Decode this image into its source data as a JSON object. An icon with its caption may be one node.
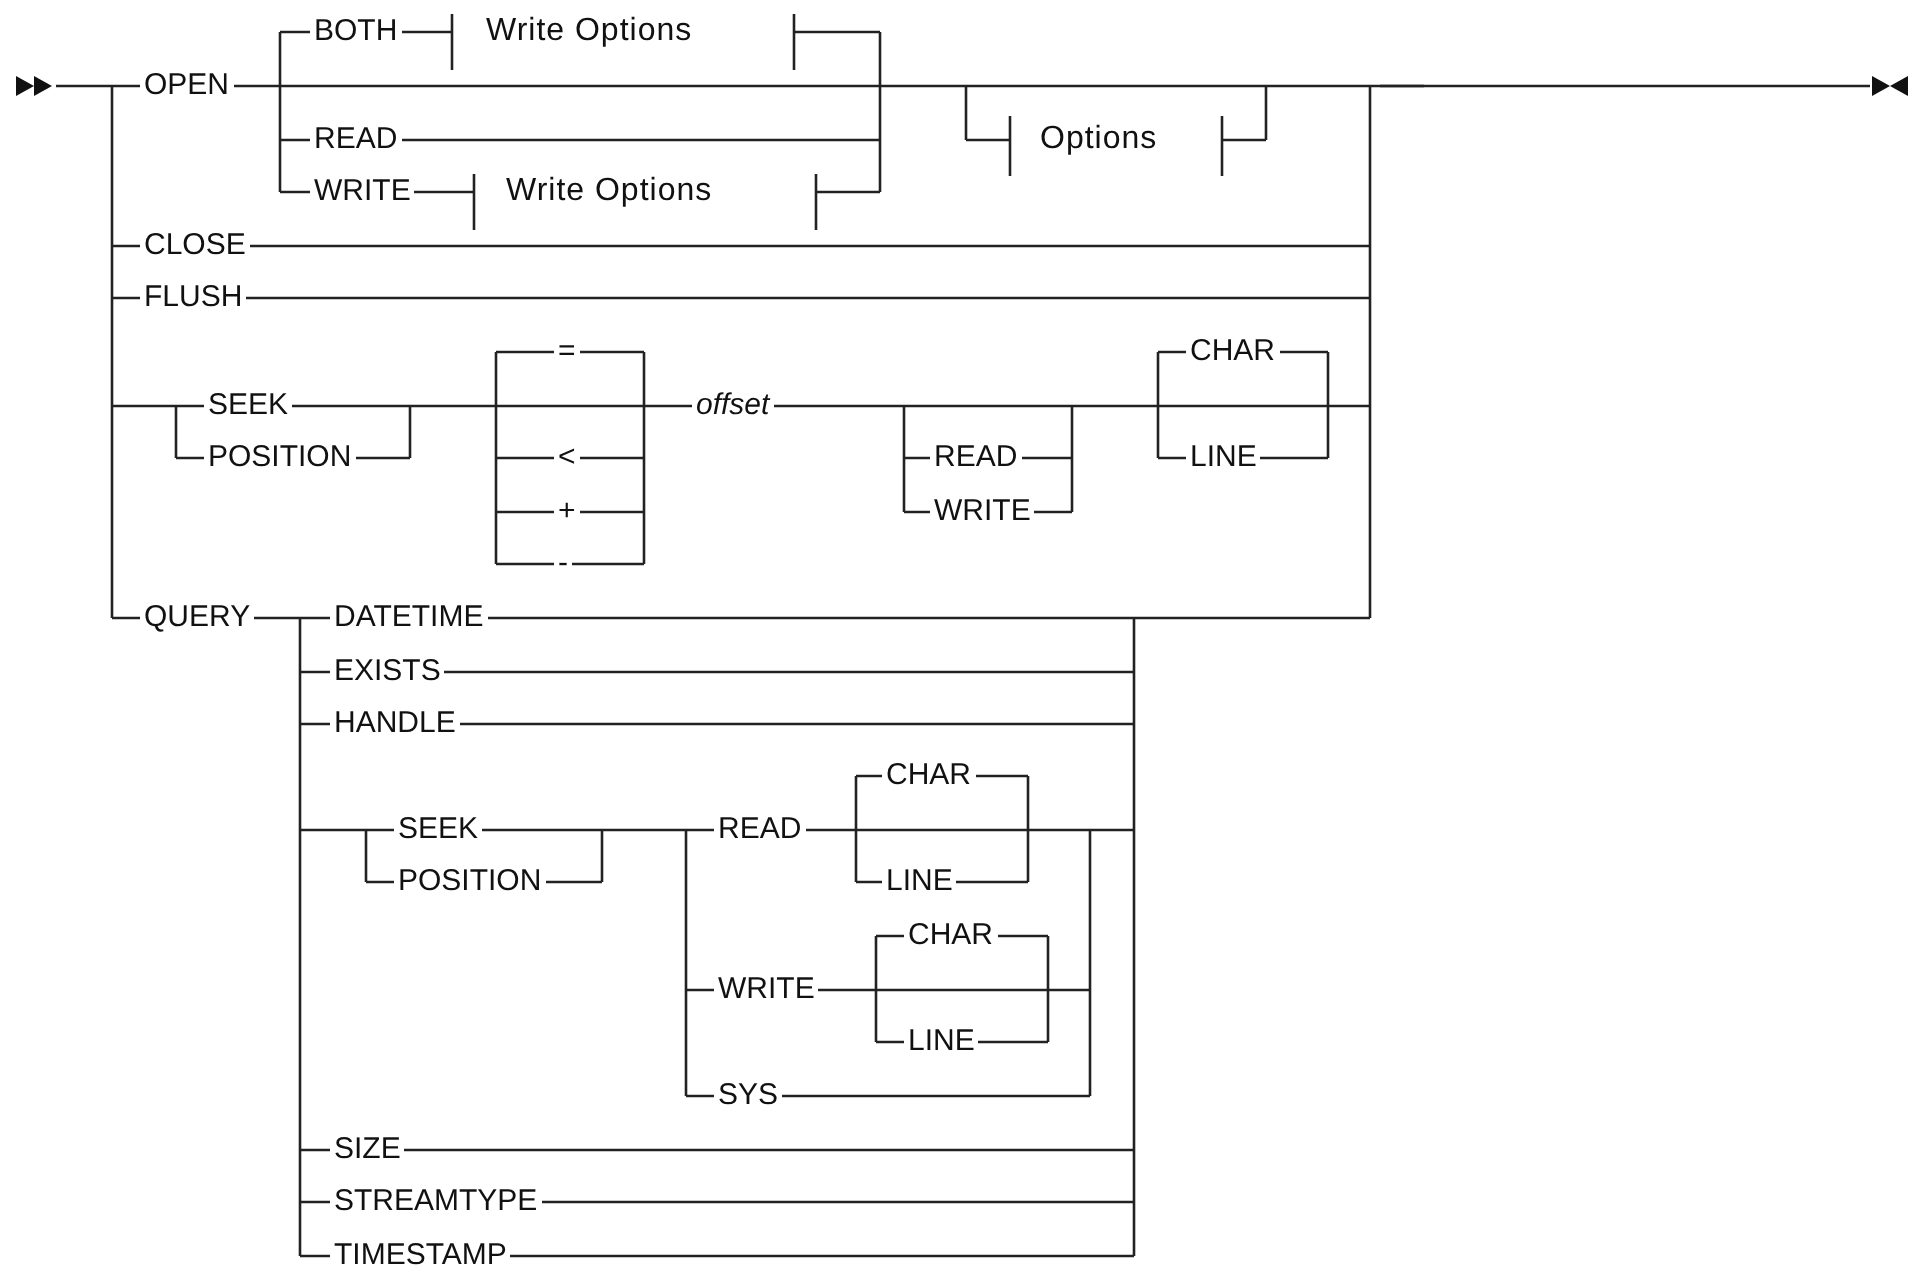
{
  "diagram": {
    "labels": [
      "BOTH",
      "Write Options",
      "OPEN",
      "READ",
      "Options",
      "WRITE",
      "Write Options",
      "CLOSE",
      "FLUSH",
      "=",
      "CHAR",
      "SEEK",
      "offset",
      "POSITION",
      "<",
      "READ",
      "LINE",
      "+",
      "WRITE",
      "-",
      "QUERY",
      "DATETIME",
      "EXISTS",
      "HANDLE",
      "CHAR",
      "SEEK",
      "READ",
      "POSITION",
      "LINE",
      "CHAR",
      "WRITE",
      "LINE",
      "SYS",
      "SIZE",
      "STREAMTYPE",
      "TIMESTAMP"
    ]
  }
}
